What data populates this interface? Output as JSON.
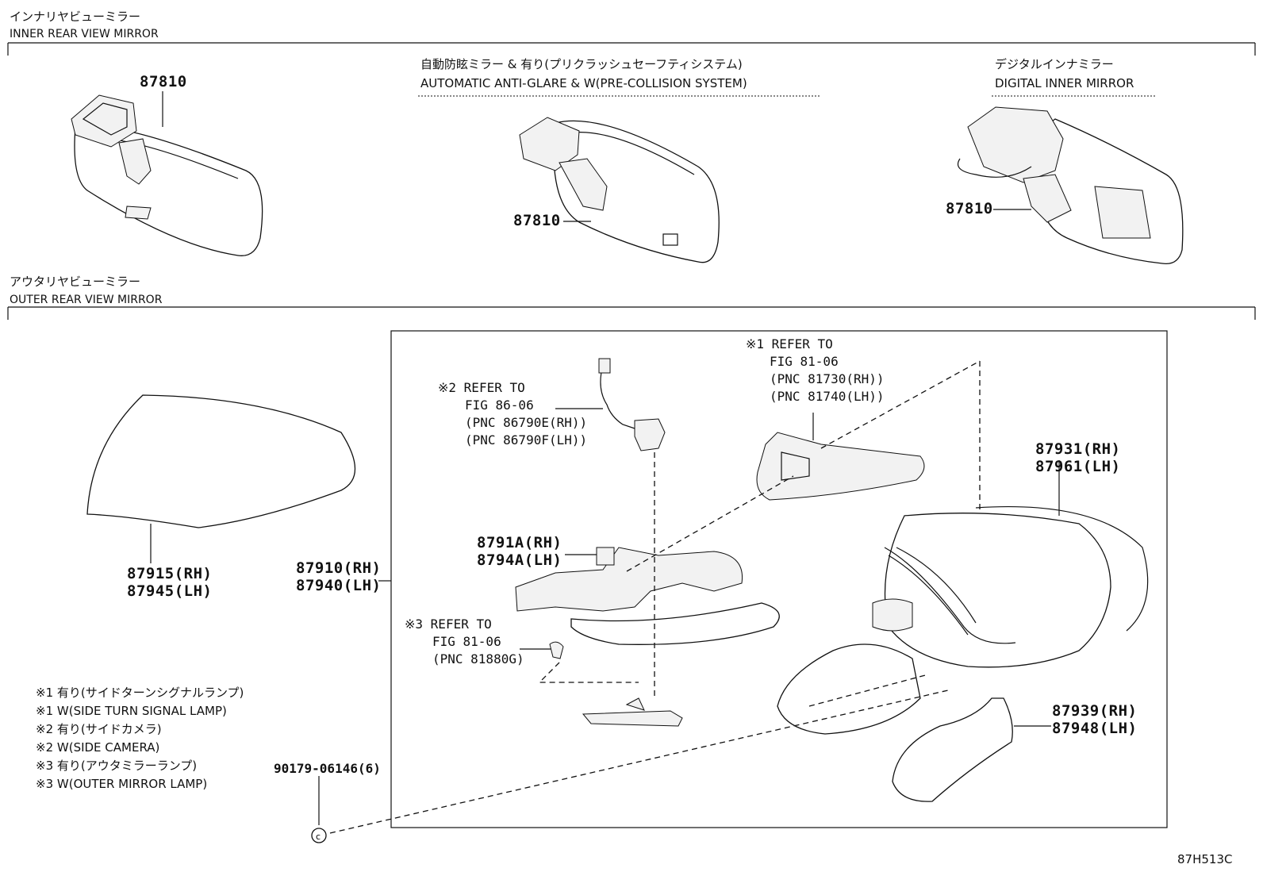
{
  "sections": {
    "inner": {
      "title_ja": "インナリヤビューミラー",
      "title_en": "INNER REAR VIEW MIRROR"
    },
    "outer": {
      "title_ja": "アウタリヤビューミラー",
      "title_en": "OUTER REAR VIEW MIRROR"
    }
  },
  "inner_variants": [
    {
      "title_ja": "",
      "title_en": "",
      "part_number": "87810"
    },
    {
      "title_ja": "自動防眩ミラー & 有り(プリクラッシュセーフティシステム)",
      "title_en": "AUTOMATIC ANTI-GLARE & W(PRE-COLLISION SYSTEM)",
      "part_number": "87810"
    },
    {
      "title_ja": "デジタルインナミラー",
      "title_en": "DIGITAL INNER MIRROR",
      "part_number": "87810"
    }
  ],
  "outer_parts": {
    "cover": [
      "87915(RH)",
      "87945(LH)"
    ],
    "assembly": [
      "87910(RH)",
      "87940(LH)"
    ],
    "bracket": [
      "8791A(RH)",
      "8794A(LH)"
    ],
    "mirror_glass": [
      "87931(RH)",
      "87961(LH)"
    ],
    "lower_cover": [
      "87939(RH)",
      "87948(LH)"
    ],
    "screw": "90179-06146(6)"
  },
  "refs": {
    "ref1": [
      "※1 REFER TO",
      "FIG 81-06",
      "(PNC 81730(RH))",
      "(PNC 81740(LH))"
    ],
    "ref2": [
      "※2 REFER TO",
      "FIG 86-06",
      "(PNC 86790E(RH))",
      "(PNC 86790F(LH))"
    ],
    "ref3": [
      "※3 REFER TO",
      "FIG 81-06",
      "(PNC 81880G)"
    ]
  },
  "legend": [
    "※1 有り(サイドターンシグナルランプ)",
    "※1 W(SIDE TURN SIGNAL LAMP)",
    "※2 有り(サイドカメラ)",
    "※2 W(SIDE CAMERA)",
    "※3 有り(アウタミラーランプ)",
    "※3 W(OUTER MIRROR LAMP)"
  ],
  "figure_code": "87H513C"
}
